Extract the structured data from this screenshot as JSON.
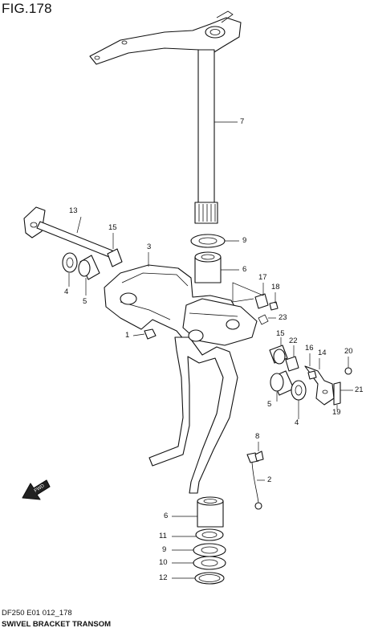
{
  "figure": {
    "title": "FIG.178",
    "code": "DF250 E01 012_178",
    "name": "SWIVEL BRACKET TRANSOM",
    "forward_mark": "FWD"
  },
  "callouts": [
    {
      "id": "c7",
      "label": "7"
    },
    {
      "id": "c13",
      "label": "13"
    },
    {
      "id": "c15a",
      "label": "15"
    },
    {
      "id": "c3",
      "label": "3"
    },
    {
      "id": "c9a",
      "label": "9"
    },
    {
      "id": "c6a",
      "label": "6"
    },
    {
      "id": "c4a",
      "label": "4"
    },
    {
      "id": "c5a",
      "label": "5"
    },
    {
      "id": "c17",
      "label": "17"
    },
    {
      "id": "c18",
      "label": "18"
    },
    {
      "id": "c23",
      "label": "23"
    },
    {
      "id": "c1",
      "label": "1"
    },
    {
      "id": "c15b",
      "label": "15"
    },
    {
      "id": "c22",
      "label": "22"
    },
    {
      "id": "c16",
      "label": "16"
    },
    {
      "id": "c14",
      "label": "14"
    },
    {
      "id": "c20",
      "label": "20"
    },
    {
      "id": "c21",
      "label": "21"
    },
    {
      "id": "c19",
      "label": "19"
    },
    {
      "id": "c5b",
      "label": "5"
    },
    {
      "id": "c4b",
      "label": "4"
    },
    {
      "id": "c8",
      "label": "8"
    },
    {
      "id": "c2",
      "label": "2"
    },
    {
      "id": "c6b",
      "label": "6"
    },
    {
      "id": "c11",
      "label": "11"
    },
    {
      "id": "c9b",
      "label": "9"
    },
    {
      "id": "c10",
      "label": "10"
    },
    {
      "id": "c12",
      "label": "12"
    }
  ]
}
